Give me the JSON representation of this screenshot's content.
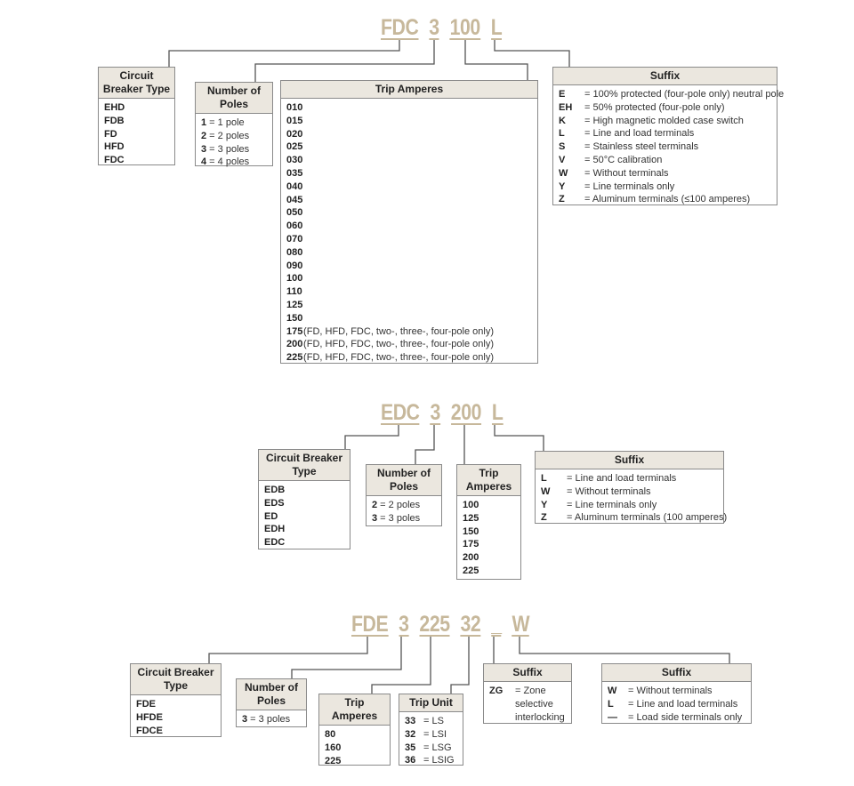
{
  "diagrams": [
    {
      "code_parts": [
        "FDC",
        "3",
        "100",
        "L"
      ],
      "boxes": [
        {
          "id": "cb",
          "title": "Circuit Breaker Type",
          "rows": [
            {
              "code": "EHD"
            },
            {
              "code": "FDB"
            },
            {
              "code": "FD"
            },
            {
              "code": "HFD"
            },
            {
              "code": "FDC"
            }
          ]
        },
        {
          "id": "poles",
          "title": "Number of Poles",
          "rows": [
            {
              "code": "1",
              "desc": "= 1 pole"
            },
            {
              "code": "2",
              "desc": "= 2 poles"
            },
            {
              "code": "3",
              "desc": "= 3 poles"
            },
            {
              "code": "4",
              "desc": "= 4 poles"
            }
          ]
        },
        {
          "id": "trip",
          "title": "Trip Amperes",
          "rows": [
            {
              "code": "010"
            },
            {
              "code": "015"
            },
            {
              "code": "020"
            },
            {
              "code": "025"
            },
            {
              "code": "030"
            },
            {
              "code": "035"
            },
            {
              "code": "040"
            },
            {
              "code": "045"
            },
            {
              "code": "050"
            },
            {
              "code": "060"
            },
            {
              "code": "070"
            },
            {
              "code": "080"
            },
            {
              "code": "090"
            },
            {
              "code": "100"
            },
            {
              "code": "110"
            },
            {
              "code": "125"
            },
            {
              "code": "150"
            },
            {
              "code": "175",
              "desc": "(FD, HFD, FDC, two-, three-, four-pole only)"
            },
            {
              "code": "200",
              "desc": "(FD, HFD, FDC, two-, three-, four-pole only)"
            },
            {
              "code": "225",
              "desc": "(FD, HFD, FDC, two-, three-, four-pole only)"
            }
          ]
        },
        {
          "id": "suffix",
          "title": "Suffix",
          "rows": [
            {
              "code": "E",
              "desc": "= 100% protected (four-pole only) neutral pole"
            },
            {
              "code": "EH",
              "desc": "= 50% protected (four-pole only)"
            },
            {
              "code": "K",
              "desc": "= High magnetic molded case switch"
            },
            {
              "code": "L",
              "desc": "= Line and load terminals"
            },
            {
              "code": "S",
              "desc": "= Stainless steel terminals"
            },
            {
              "code": "V",
              "desc": "= 50°C calibration"
            },
            {
              "code": "W",
              "desc": "= Without terminals"
            },
            {
              "code": "Y",
              "desc": "= Line terminals only"
            },
            {
              "code": "Z",
              "desc": "= Aluminum terminals (≤100 amperes)"
            }
          ]
        }
      ]
    },
    {
      "code_parts": [
        "EDC",
        "3",
        "200",
        "L"
      ],
      "boxes": [
        {
          "id": "cb",
          "title": "Circuit Breaker Type",
          "rows": [
            {
              "code": "EDB"
            },
            {
              "code": "EDS"
            },
            {
              "code": "ED"
            },
            {
              "code": "EDH"
            },
            {
              "code": "EDC"
            }
          ]
        },
        {
          "id": "poles",
          "title": "Number of Poles",
          "rows": [
            {
              "code": "2",
              "desc": "= 2 poles"
            },
            {
              "code": "3",
              "desc": "= 3 poles"
            }
          ]
        },
        {
          "id": "trip",
          "title": "Trip Amperes",
          "rows": [
            {
              "code": "100"
            },
            {
              "code": "125"
            },
            {
              "code": "150"
            },
            {
              "code": "175"
            },
            {
              "code": "200"
            },
            {
              "code": "225"
            }
          ]
        },
        {
          "id": "suffix",
          "title": "Suffix",
          "rows": [
            {
              "code": "L",
              "desc": "= Line and load terminals"
            },
            {
              "code": "W",
              "desc": "= Without terminals"
            },
            {
              "code": "Y",
              "desc": "= Line terminals only"
            },
            {
              "code": "Z",
              "desc": "= Aluminum terminals (100 amperes)"
            }
          ]
        }
      ]
    },
    {
      "code_parts": [
        "FDE",
        "3",
        "225",
        "32",
        "_",
        "W"
      ],
      "boxes": [
        {
          "id": "cb",
          "title": "Circuit Breaker Type",
          "rows": [
            {
              "code": "FDE"
            },
            {
              "code": "HFDE"
            },
            {
              "code": "FDCE"
            }
          ]
        },
        {
          "id": "poles",
          "title": "Number of Poles",
          "rows": [
            {
              "code": "3",
              "desc": "= 3 poles"
            }
          ]
        },
        {
          "id": "trip",
          "title": "Trip Amperes",
          "rows": [
            {
              "code": "80"
            },
            {
              "code": "160"
            },
            {
              "code": "225"
            }
          ]
        },
        {
          "id": "tripunit",
          "title": "Trip Unit",
          "rows": [
            {
              "code": "33",
              "desc": "= LS"
            },
            {
              "code": "32",
              "desc": "= LSI"
            },
            {
              "code": "35",
              "desc": "= LSG"
            },
            {
              "code": "36",
              "desc": "= LSIG"
            }
          ]
        },
        {
          "id": "suffix1",
          "title": "Suffix",
          "rows": [
            {
              "code": "ZG",
              "desc": "= Zone"
            },
            {
              "code": "",
              "desc": "selective"
            },
            {
              "code": "",
              "desc": "interlocking"
            }
          ]
        },
        {
          "id": "suffix2",
          "title": "Suffix",
          "rows": [
            {
              "code": "W",
              "desc": "= Without terminals"
            },
            {
              "code": "L",
              "desc": "= Line and load terminals"
            },
            {
              "code": "—",
              "desc": "= Load side terminals only"
            }
          ]
        }
      ]
    }
  ]
}
